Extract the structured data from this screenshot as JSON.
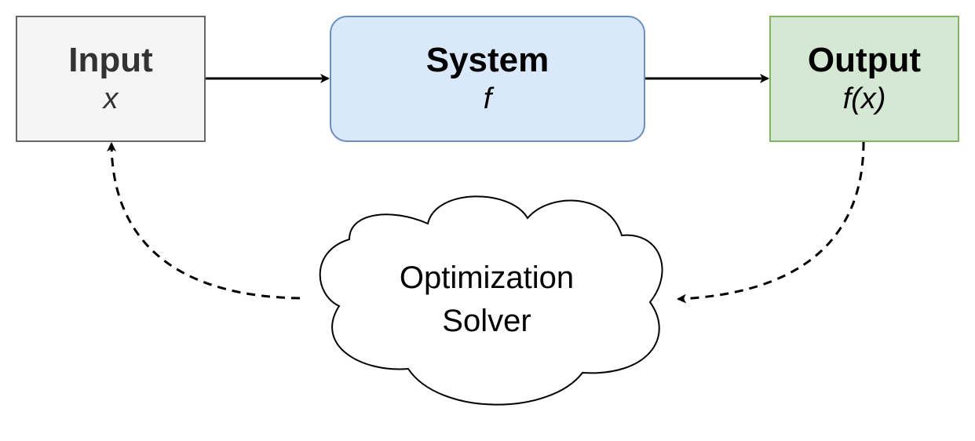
{
  "nodes": {
    "input": {
      "title": "Input",
      "subtitle": "x",
      "fill": "#f5f5f5",
      "stroke": "#666666"
    },
    "system": {
      "title": "System",
      "subtitle": "f",
      "fill": "#dae8fc",
      "stroke": "#6c8ebf"
    },
    "output": {
      "title": "Output",
      "subtitle": "f(x)",
      "fill": "#d5e8d4",
      "stroke": "#82b366"
    },
    "solver": {
      "line1": "Optimization",
      "line2": "Solver"
    }
  },
  "edges": [
    {
      "from": "input",
      "to": "system",
      "style": "solid"
    },
    {
      "from": "system",
      "to": "output",
      "style": "solid"
    },
    {
      "from": "output",
      "to": "solver",
      "style": "dashed"
    },
    {
      "from": "solver",
      "to": "input",
      "style": "dashed"
    }
  ]
}
